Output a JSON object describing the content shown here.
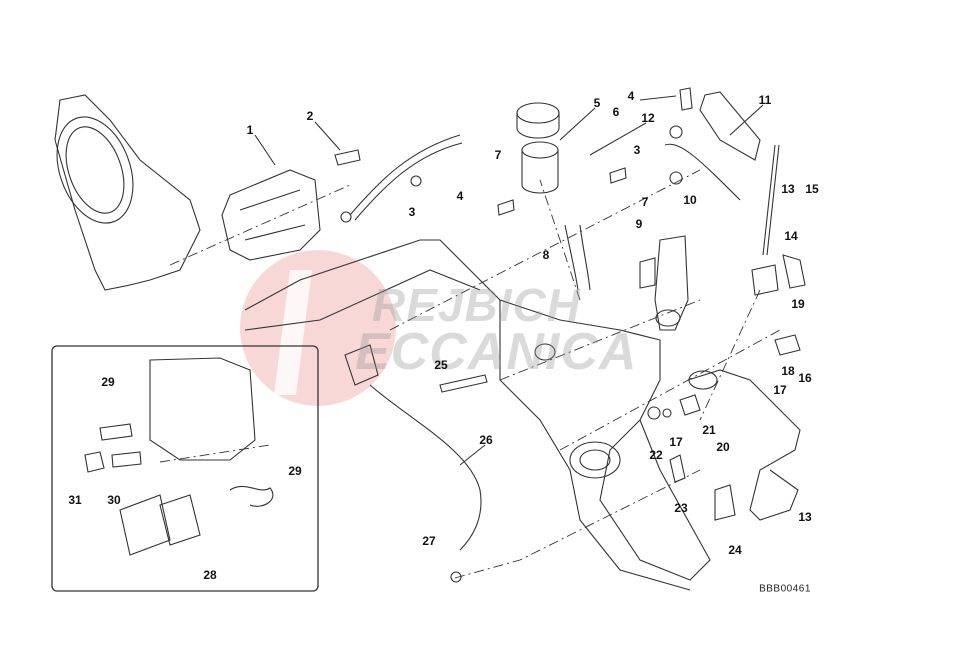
{
  "diagram": {
    "callouts": [
      "1",
      "2",
      "3",
      "4",
      "5",
      "6",
      "12",
      "4",
      "11",
      "7",
      "3",
      "7",
      "10",
      "13",
      "15",
      "9",
      "8",
      "14",
      "19",
      "25",
      "18",
      "16",
      "17",
      "26",
      "22",
      "17",
      "21",
      "20",
      "23",
      "24",
      "13",
      "27",
      "29",
      "29",
      "31",
      "30",
      "28"
    ],
    "drawing_code": "BBB00461",
    "watermark": {
      "line1": "KREJBICH",
      "line2": "MECCANICA"
    },
    "colors": {
      "watermark_red": "#f4c4c4",
      "watermark_grey": "#c8c8c8",
      "line": "#333333"
    }
  }
}
